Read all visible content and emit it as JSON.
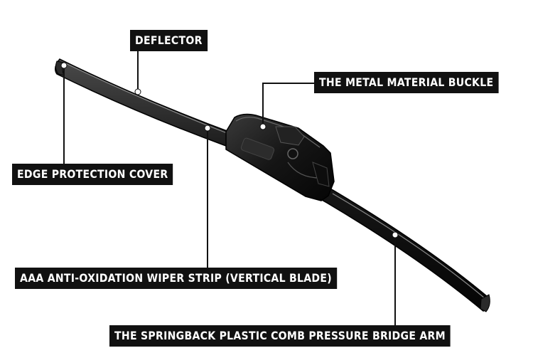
{
  "labels": {
    "deflector": "DEFLECTOR",
    "buckle": "THE METAL MATERIAL BUCKLE",
    "edge_cover": "EDGE PROTECTION COVER",
    "wiper_strip": "AAA ANTI-OXIDATION WIPER STRIP (VERTICAL BLADE)",
    "bridge_arm": "THE SPRINGBACK PLASTIC COMB PRESSURE BRIDGE ARM"
  },
  "colors": {
    "label_bg": "#111111",
    "label_text": "#ffffff",
    "leader_line": "#111111",
    "blade": "#1a1a1a",
    "background": "#ffffff"
  }
}
